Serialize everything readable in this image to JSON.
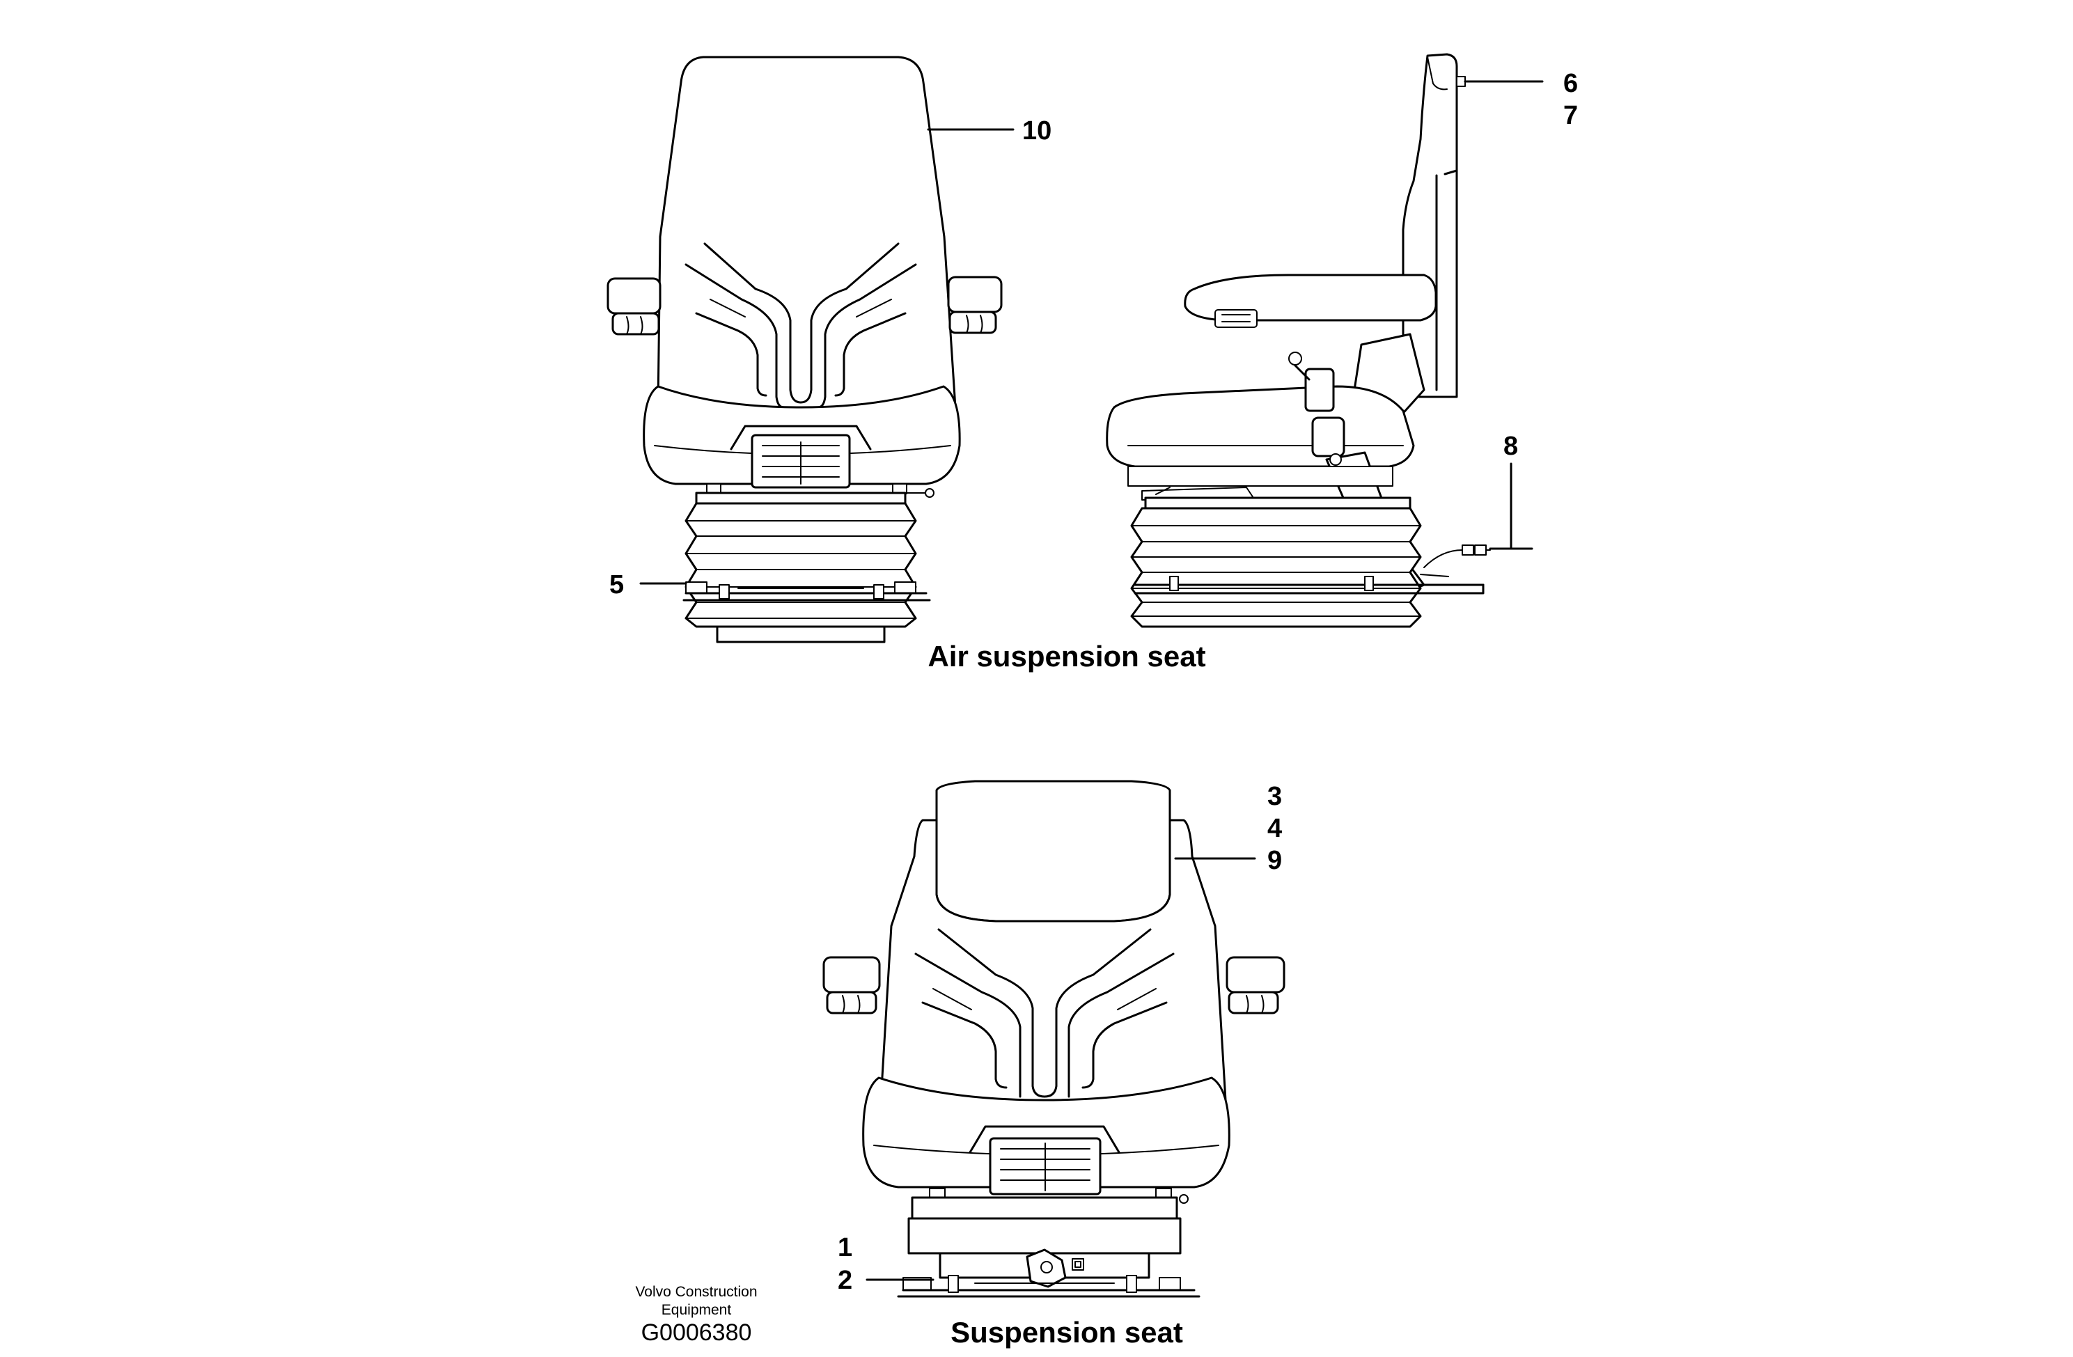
{
  "captions": {
    "air_seat": "Air suspension seat",
    "suspension_seat": "Suspension seat"
  },
  "callouts": {
    "c1": "1",
    "c2": "2",
    "c3": "3",
    "c4": "4",
    "c5": "5",
    "c6": "6",
    "c7": "7",
    "c8": "8",
    "c9": "9",
    "c10": "10"
  },
  "credit": {
    "company_line1": "Volvo Construction",
    "company_line2": "Equipment",
    "drawing_id": "G0006380"
  }
}
